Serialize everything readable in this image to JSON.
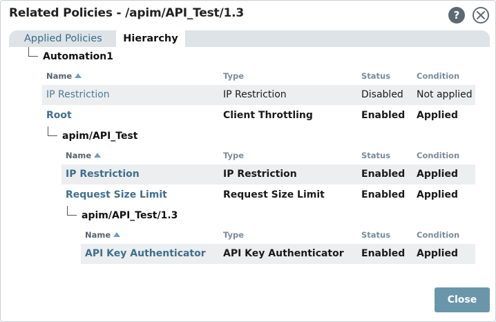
{
  "dialog": {
    "title": "Related Policies - /apim/API_Test/1.3",
    "help_label": "?",
    "close_label": "Close"
  },
  "tabs": [
    {
      "label": "Applied Policies",
      "active": false
    },
    {
      "label": "Hierarchy",
      "active": true
    }
  ],
  "columns": {
    "name": "Name",
    "type": "Type",
    "status": "Status",
    "condition": "Condition"
  },
  "hierarchy": [
    {
      "node": "Automation1",
      "rows": [
        {
          "name": "IP Restriction",
          "type": "IP Restriction",
          "status": "Disabled",
          "condition": "Not applied"
        },
        {
          "name": "Root",
          "type": "Client Throttling",
          "status": "Enabled",
          "condition": "Applied"
        }
      ]
    },
    {
      "node": "apim/API_Test",
      "rows": [
        {
          "name": "IP Restriction",
          "type": "IP Restriction",
          "status": "Enabled",
          "condition": "Applied"
        },
        {
          "name": "Request Size Limit",
          "type": "Request Size Limit",
          "status": "Enabled",
          "condition": "Applied"
        }
      ]
    },
    {
      "node": "apim/API_Test/1.3",
      "rows": [
        {
          "name": "API Key Authenticator",
          "type": "API Key Authenticator",
          "status": "Enabled",
          "condition": "Applied"
        }
      ]
    }
  ],
  "colors": {
    "accent": "#6a96aa",
    "link": "#3f6f8d",
    "header": "#7a8c99",
    "row_shade": "#eceeef"
  }
}
